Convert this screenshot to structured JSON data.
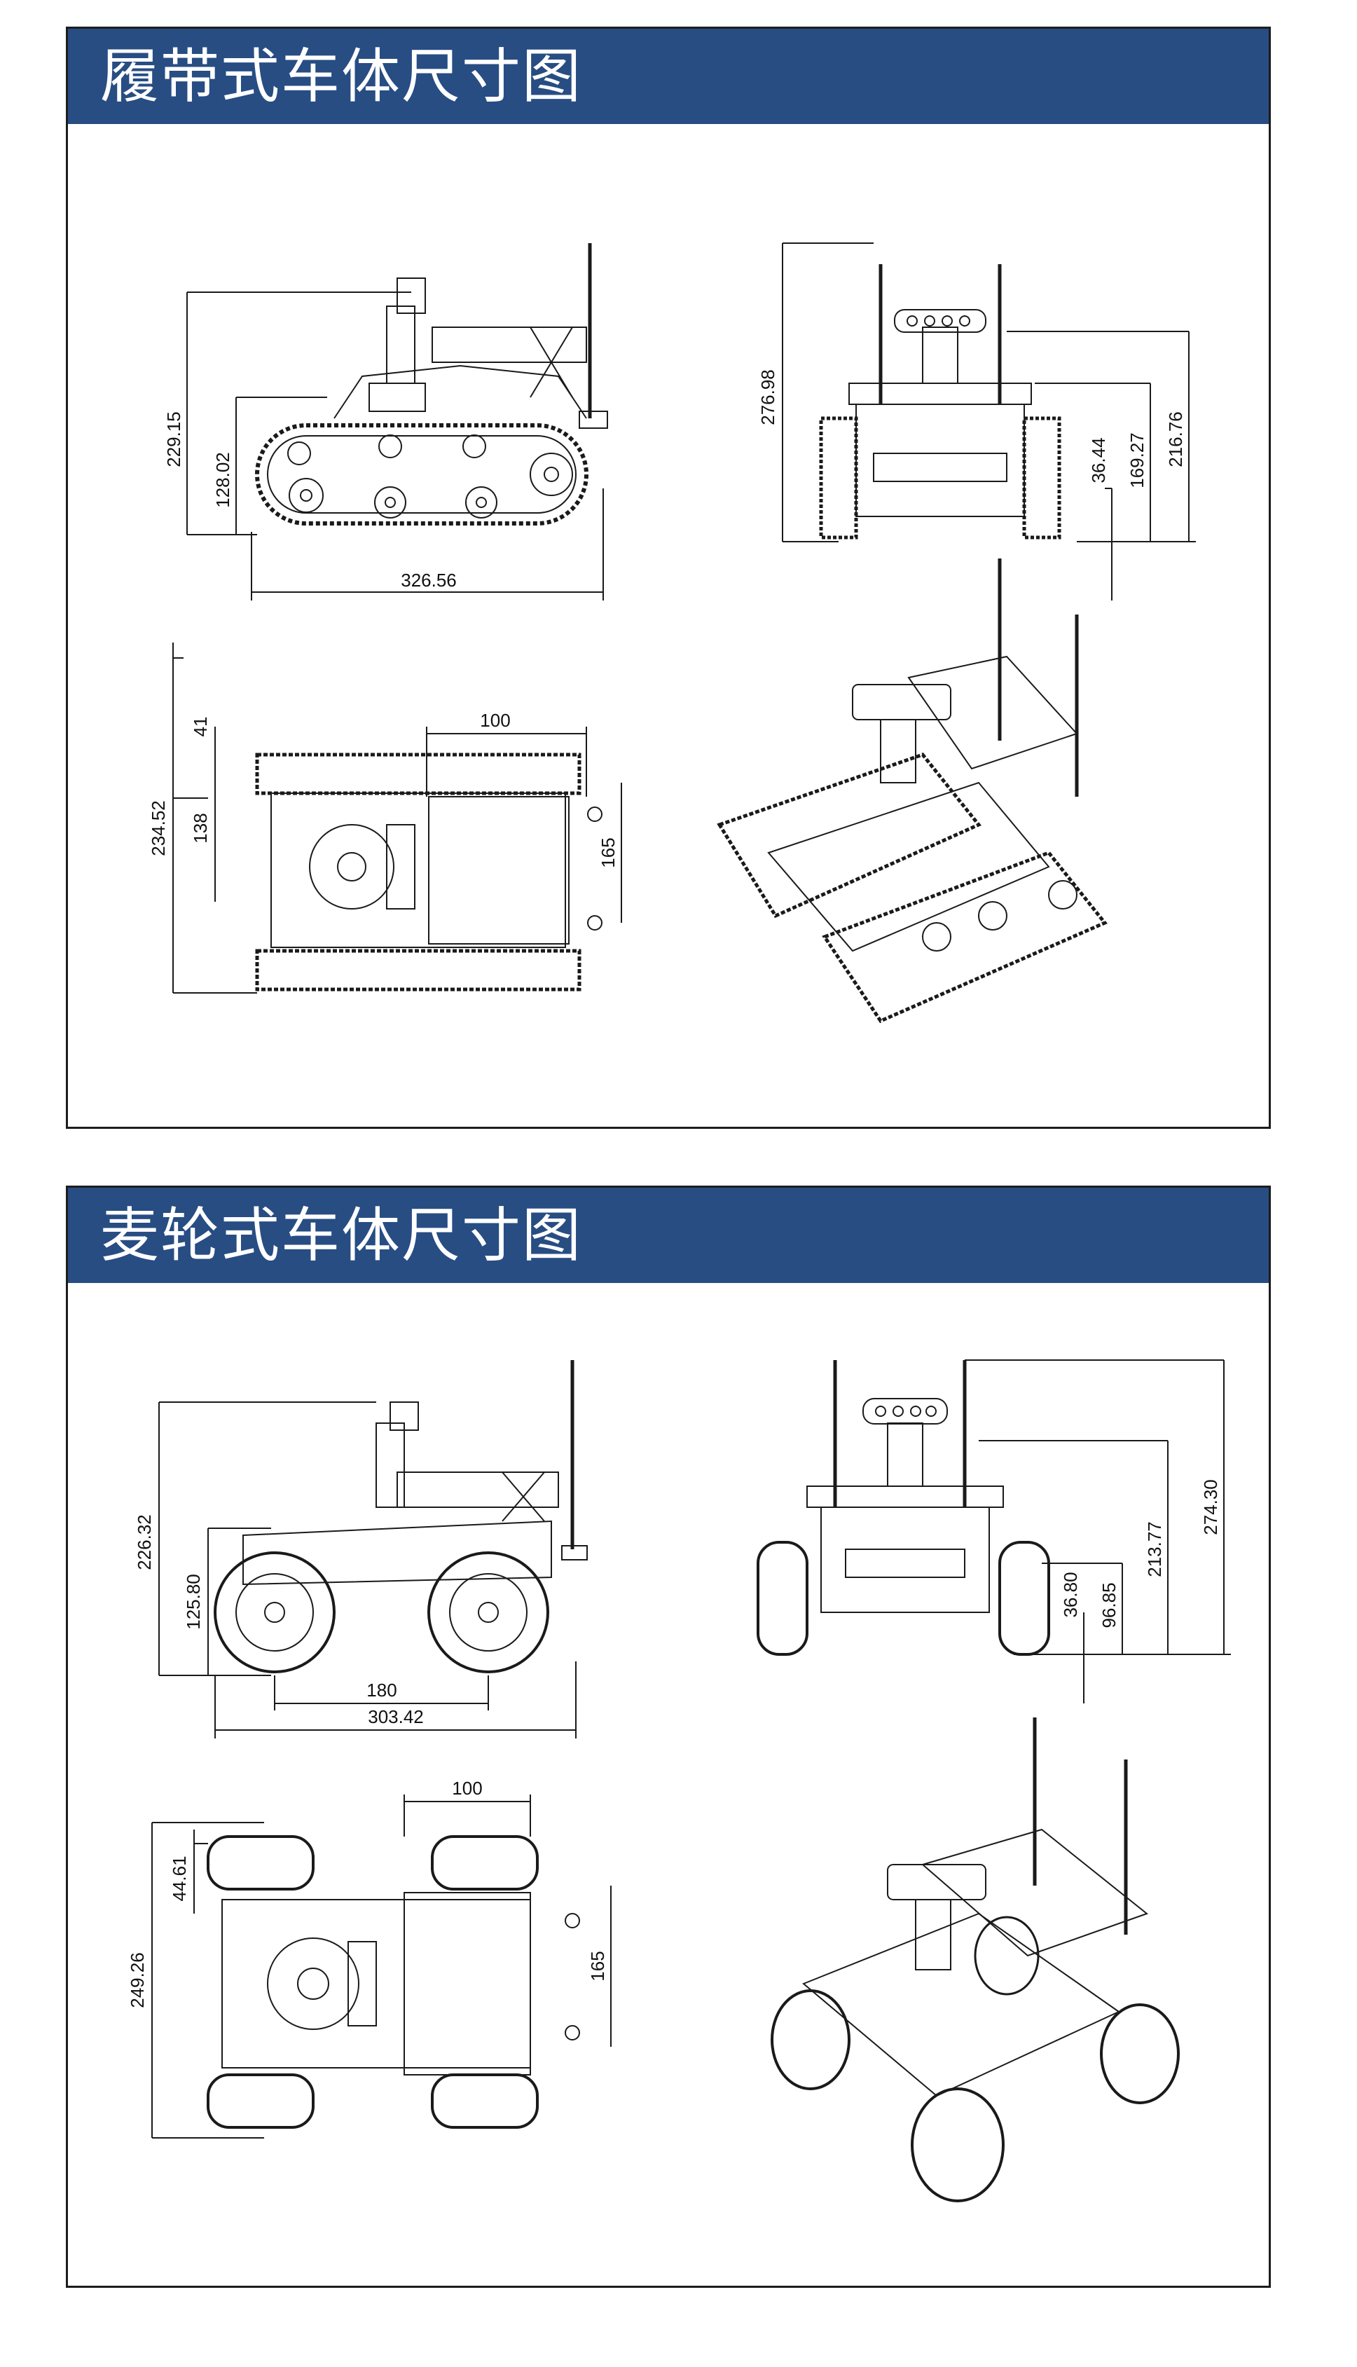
{
  "panels": [
    {
      "title": "履带式车体尺寸图",
      "dimensions": {
        "side_height": "229.15",
        "side_track_height": "128.02",
        "side_length": "326.56",
        "front_total_height": "276.98",
        "front_clearance": "36.44",
        "front_mid_height": "169.27",
        "front_top_height": "216.76",
        "top_track_width": "41",
        "top_platform_length": "100",
        "top_total_width": "234.52",
        "top_body_width": "138",
        "top_mount_span": "165"
      }
    },
    {
      "title": "麦轮式车体尺寸图",
      "dimensions": {
        "side_height": "226.32",
        "side_chassis_height": "125.80",
        "side_wheelbase": "180",
        "side_length": "303.42",
        "front_clearance": "36.80",
        "front_chassis_height": "96.85",
        "front_mid_height": "213.77",
        "front_total_height": "274.30",
        "top_wheel_width": "44.61",
        "top_platform_length": "100",
        "top_total_width": "249.26",
        "top_mount_span": "165"
      }
    }
  ]
}
